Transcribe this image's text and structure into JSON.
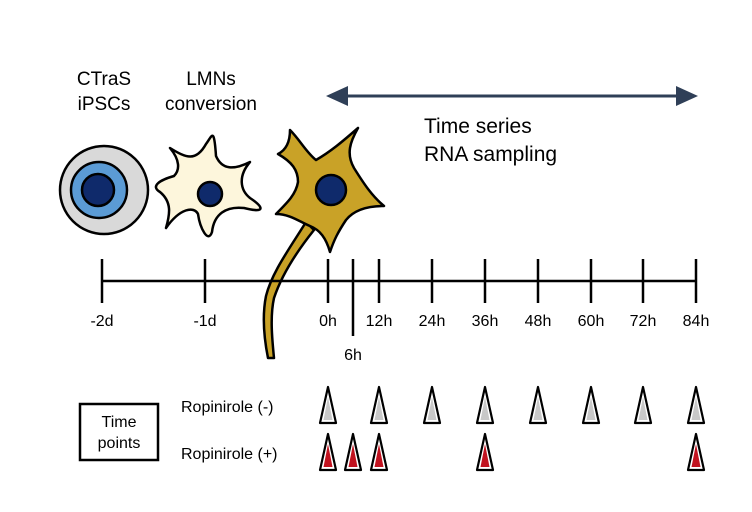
{
  "stages": {
    "ipsc_label_line1": "CTraS",
    "ipsc_label_line2": "iPSCs",
    "lmn_label_line1": "LMNs",
    "lmn_label_line2": "conversion"
  },
  "sampling": {
    "label_line1": "Time series",
    "label_line2": "RNA sampling"
  },
  "timeline": {
    "ticks": [
      "-2d",
      "-1d",
      "0h",
      "12h",
      "24h",
      "36h",
      "48h",
      "60h",
      "72h",
      "84h"
    ],
    "minor_tick": "6h"
  },
  "legend": {
    "box_line1": "Time",
    "box_line2": "points",
    "row_minus": "Ropinirole (-)",
    "row_plus": "Ropinirole (+)"
  },
  "colors": {
    "arrow": "#2f3f57",
    "gray_marker": "#c8c8c8",
    "red_marker": "#c1121f",
    "ipsc_outer": "#d9d9d9",
    "ipsc_ring": "#5b9bd5",
    "nucleus": "#0f2a6b",
    "lmn_body": "#fdf6dc",
    "neuron_body": "#c9a227"
  },
  "markers": {
    "minus": [
      "0h",
      "12h",
      "24h",
      "36h",
      "48h",
      "60h",
      "72h",
      "84h"
    ],
    "plus": [
      "0h",
      "6h",
      "12h",
      "36h",
      "84h"
    ]
  }
}
